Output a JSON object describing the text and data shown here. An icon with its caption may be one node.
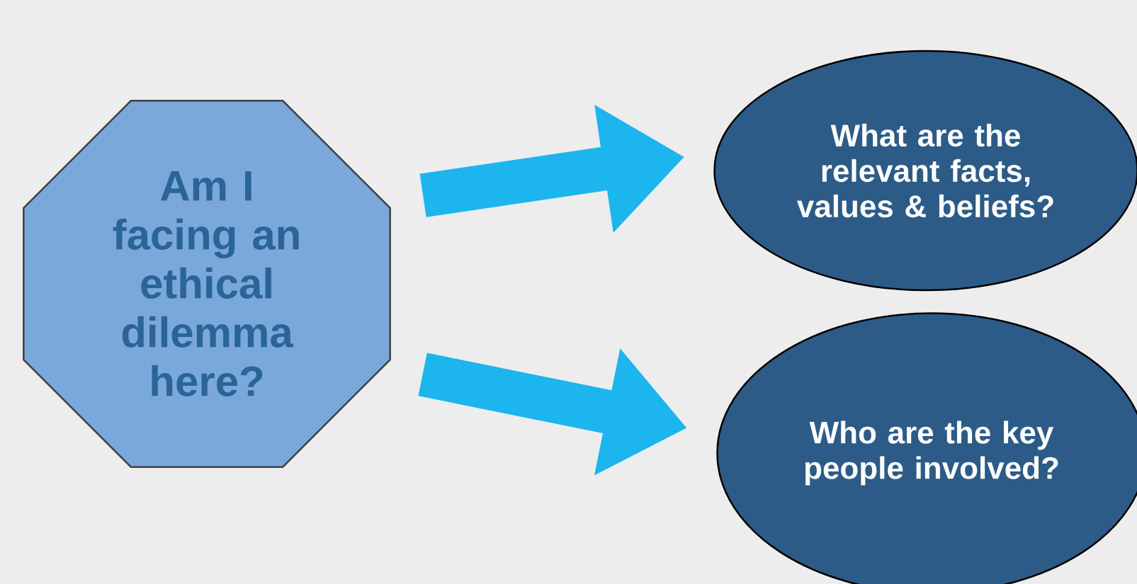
{
  "diagram": {
    "nodes": [
      {
        "text": [
          "Am I facing an ethical dilemma here?"
        ]
      },
      {
        "text": [
          "What are the relevant facts, values & beliefs?"
        ]
      },
      {
        "text": [
          "Who are the key people involved?"
        ]
      }
    ],
    "edges": [
      {
        "from": 0,
        "to": 1,
        "arrow": "to"
      },
      {
        "from": 0,
        "to": 2,
        "arrow": "to"
      }
    ]
  }
}
